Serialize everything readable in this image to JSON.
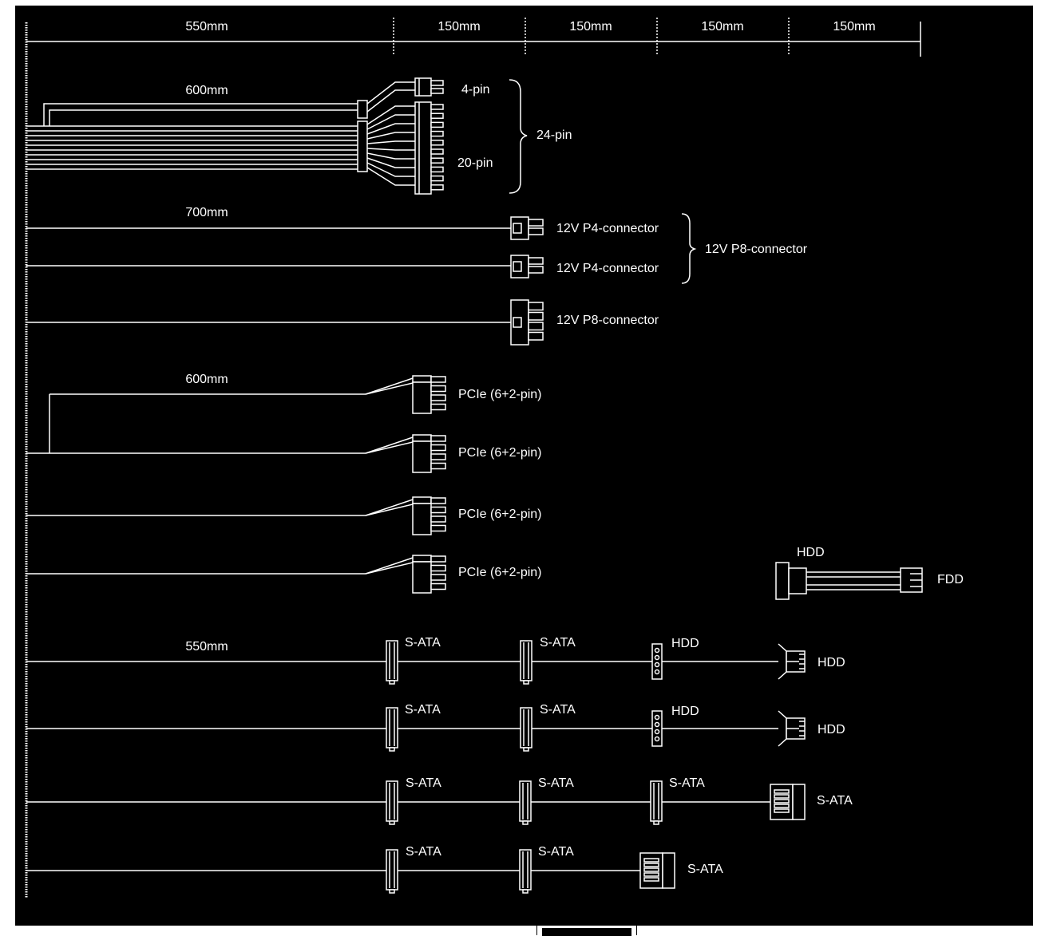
{
  "colors": {
    "background": "#000000",
    "lines": "#ffffff"
  },
  "ruler": {
    "segments": [
      "550mm",
      "150mm",
      "150mm",
      "150mm",
      "150mm"
    ]
  },
  "atx": {
    "length": "600mm",
    "pin4": "4-pin",
    "pin20": "20-pin",
    "pin24": "24-pin"
  },
  "cpu": {
    "length": "700mm",
    "p4a": "12V P4-connector",
    "p4b": "12V P4-connector",
    "p8_group": "12V P8-connector",
    "p8": "12V P8-connector"
  },
  "pcie": {
    "length": "600mm",
    "labels": [
      "PCIe (6+2-pin)",
      "PCIe (6+2-pin)",
      "PCIe (6+2-pin)",
      "PCIe (6+2-pin)"
    ]
  },
  "adapter": {
    "from": "HDD",
    "to": "FDD"
  },
  "peripheral": {
    "length": "550mm",
    "rows": [
      {
        "labels": [
          "S-ATA",
          "S-ATA",
          "HDD",
          "HDD"
        ]
      },
      {
        "labels": [
          "S-ATA",
          "S-ATA",
          "HDD",
          "HDD"
        ]
      },
      {
        "labels": [
          "S-ATA",
          "S-ATA",
          "S-ATA",
          "S-ATA"
        ]
      },
      {
        "labels": [
          "S-ATA",
          "S-ATA",
          "S-ATA"
        ]
      }
    ]
  }
}
